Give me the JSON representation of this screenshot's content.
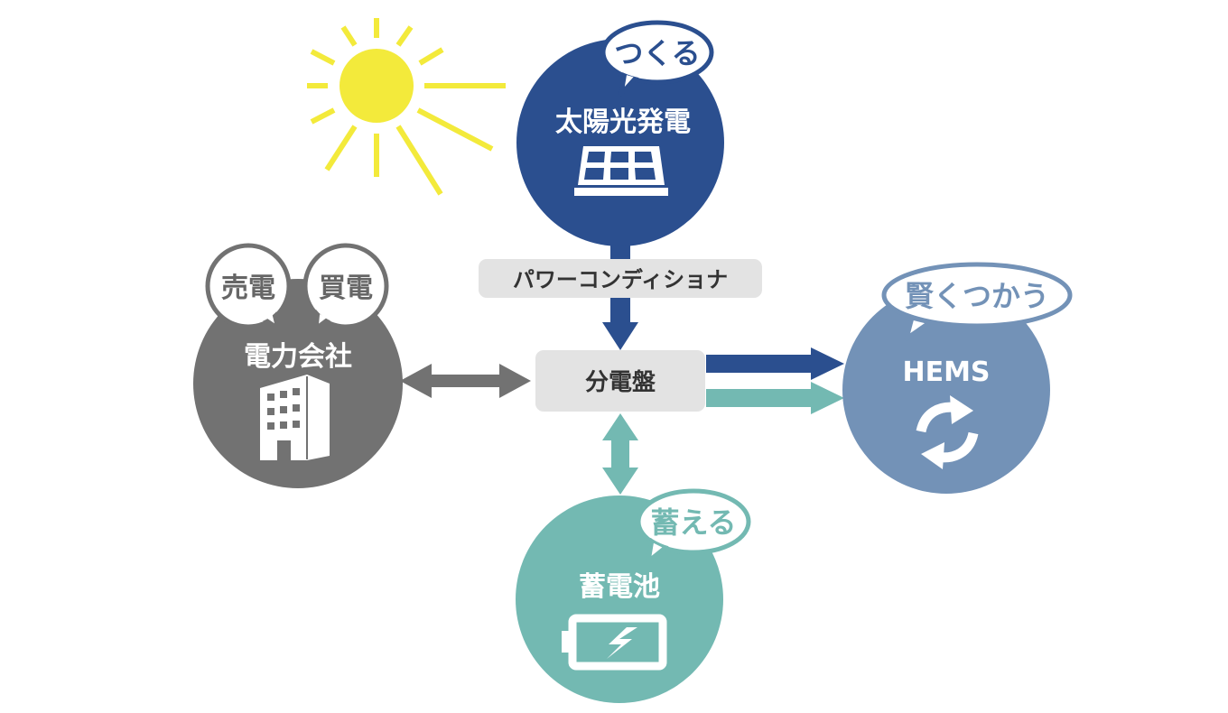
{
  "solar": {
    "bubble": "つくる",
    "title": "太陽光発電",
    "icon": "solar-panel-icon",
    "color": "#2b4f8f"
  },
  "power_conditioner": {
    "label": "パワーコンディショナ"
  },
  "distribution_board": {
    "label": "分電盤"
  },
  "power_company": {
    "bubbles": [
      "売電",
      "買電"
    ],
    "title": "電力会社",
    "icon": "building-icon",
    "color": "#727272"
  },
  "hems": {
    "bubble": "賢くつかう",
    "title": "HEMS",
    "icon": "cycle-arrows-icon",
    "color": "#7392b7"
  },
  "battery": {
    "bubble": "蓄える",
    "title": "蓄電池",
    "icon": "battery-charging-icon",
    "color": "#73b9b2"
  },
  "colors": {
    "sun": "#f3ea3b",
    "gray_arrow": "#727272",
    "label_bg": "#e3e3e3",
    "navy": "#2b4f8f",
    "teal": "#73b9b2"
  }
}
